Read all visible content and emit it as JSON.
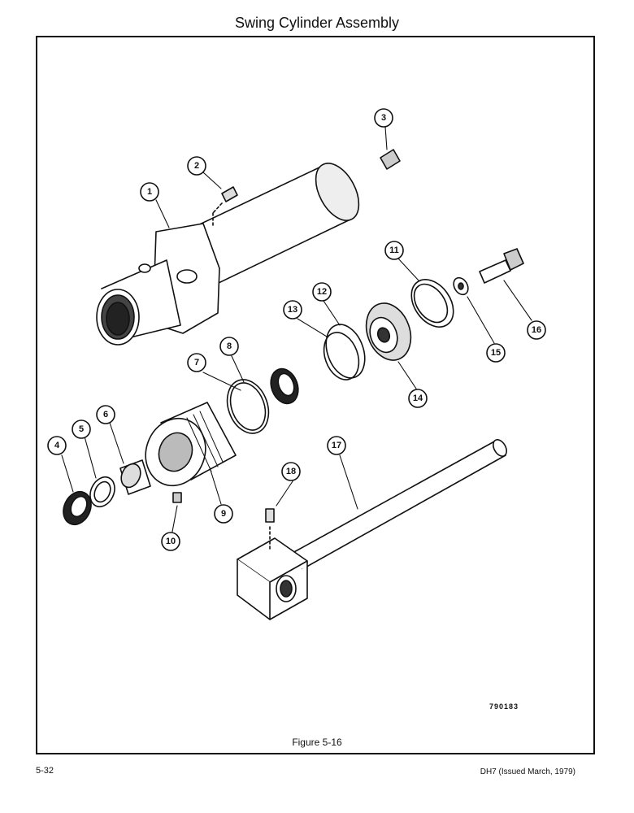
{
  "title": "Swing Cylinder Assembly",
  "figure_caption": "Figure 5-16",
  "drawing_number": "790183",
  "page_number": "5-32",
  "document_reference": "DH7 (Issued March, 1979)",
  "callouts": [
    "1",
    "2",
    "3",
    "4",
    "5",
    "6",
    "7",
    "8",
    "9",
    "10",
    "11",
    "12",
    "13",
    "14",
    "15",
    "16",
    "17",
    "18"
  ]
}
